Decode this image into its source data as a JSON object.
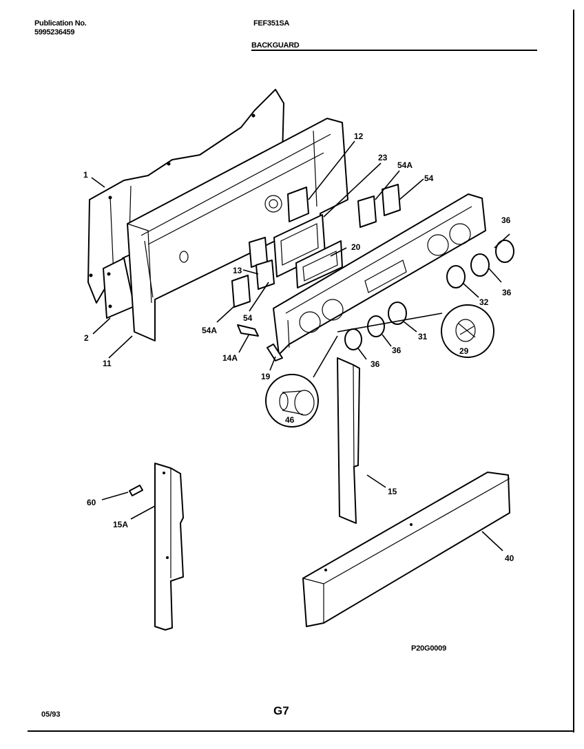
{
  "header": {
    "publication_label": "Publication No.",
    "publication_number": "5995236459",
    "model_number": "FEF351SA",
    "section_title": "BACKGUARD"
  },
  "footer": {
    "date": "05/93",
    "page_code": "G7"
  },
  "diagram": {
    "drawing_code": "P20G0009",
    "callouts": [
      "1",
      "2",
      "11",
      "12",
      "23",
      "54A",
      "54",
      "36",
      "13",
      "20",
      "54A",
      "54",
      "14A",
      "19",
      "36",
      "31",
      "32",
      "36",
      "29",
      "36",
      "46",
      "15",
      "60",
      "15A",
      "40"
    ]
  }
}
